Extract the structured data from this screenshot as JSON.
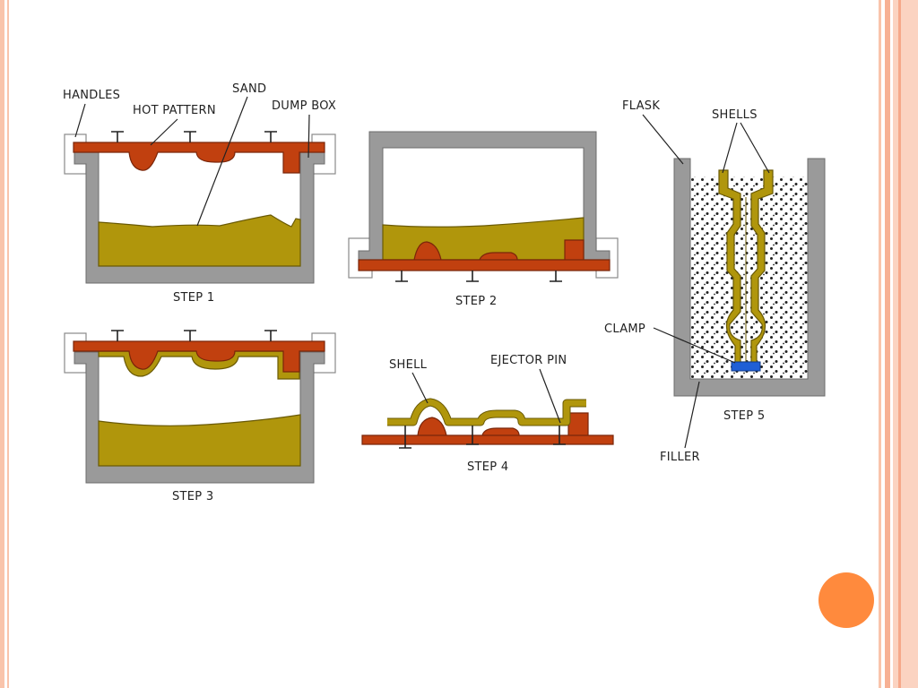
{
  "diagram": {
    "labels": {
      "handles": "HANDLES",
      "sand": "SAND",
      "hot_pattern": "HOT PATTERN",
      "dump_box": "DUMP BOX",
      "flask": "FLASK",
      "shells": "SHELLS",
      "clamp": "CLAMP",
      "filler": "FILLER",
      "shell": "SHELL",
      "ejector_pin": "EJECTOR PIN"
    },
    "steps": {
      "step1": "STEP 1",
      "step2": "STEP 2",
      "step3": "STEP 3",
      "step4": "STEP 4",
      "step5": "STEP 5"
    },
    "colors": {
      "sand": "#b0960c",
      "pattern": "#c1400f",
      "box": "#9a9a9a",
      "clamp": "#1f5fd6",
      "accent_circle": "#ff8a3d",
      "border_stripe": "#f9b79a"
    }
  }
}
